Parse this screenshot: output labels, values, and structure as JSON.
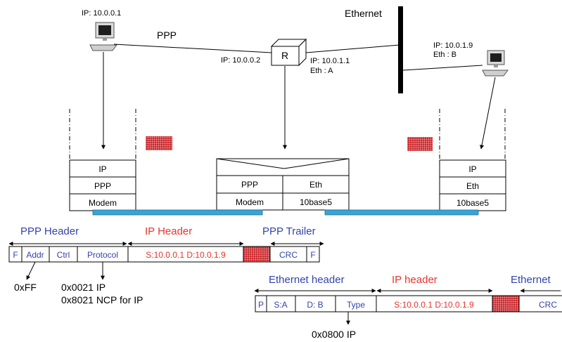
{
  "top": {
    "host_left_ip": "IP: 10.0.0.1",
    "ppp_link": "PPP",
    "router_left_ip": "IP: 10.0.0.2",
    "router_label": "R",
    "router_right_ip": "IP: 10.0.1.1",
    "router_right_eth": "Eth : A",
    "ethernet_label": "Ethernet",
    "host_right_ip": "IP: 10.0.1.9",
    "host_right_eth": "Eth : B"
  },
  "stacks": {
    "left": [
      "IP",
      "PPP",
      "Modem"
    ],
    "router_left": [
      "PPP",
      "Modem"
    ],
    "router_right": [
      "Eth",
      "10base5"
    ],
    "right": [
      "IP",
      "Eth",
      "10base5"
    ]
  },
  "ppp_frame": {
    "header_label": "PPP Header",
    "ip_header_label": "IP Header",
    "trailer_label": "PPP Trailer",
    "fields": [
      "F",
      "Addr",
      "Ctrl",
      "Protocol"
    ],
    "ip_content": "S:10.0.0.1 D:10.0.1.9",
    "trailer_fields": [
      "CRC",
      "F"
    ],
    "addr_value": "0xFF",
    "protocol_values": [
      "0x0021 IP",
      "0x8021 NCP for IP"
    ]
  },
  "eth_frame": {
    "header_label": "Ethernet header",
    "ip_header_label": "IP header",
    "trailer_label": "Ethernet",
    "fields": [
      "P",
      "S:A",
      "D: B",
      "Type"
    ],
    "ip_content": "S:10.0.0.1 D:10.0.1.9",
    "trailer_field": "CRC",
    "type_value": "0x0800 IP"
  },
  "colors": {
    "blue_text": "#3344aa",
    "red_text": "#e8342a",
    "link_bar": "#3aa3d6",
    "payload": "#c8262b"
  }
}
